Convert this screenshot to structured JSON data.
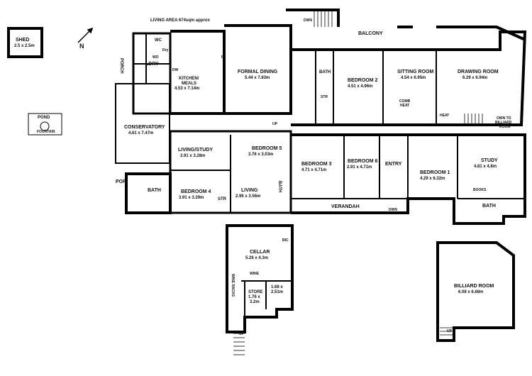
{
  "header": {
    "living_area": "LIVING AREA 674sqm approx"
  },
  "compass": {
    "label": "N"
  },
  "rooms": {
    "shed": {
      "name": "SHED",
      "dims": "2.5 x 2.5m"
    },
    "pond": {
      "name": "POND",
      "sub": "FOUNTAIN"
    },
    "porch": {
      "name": "PORCH"
    },
    "ldry": {
      "name": "LDRY"
    },
    "wc": {
      "name": "WC"
    },
    "kitchen": {
      "name": "KITCHEN/",
      "name2": "MEALS",
      "dims": "4.53 x 7.14m"
    },
    "formal_dining": {
      "name": "FORMAL DINING",
      "dims": "5.44 x 7.83m"
    },
    "balcony": {
      "name": "BALCONY"
    },
    "bath_upper": {
      "name": "BATH"
    },
    "bedroom2": {
      "name": "BEDROOM 2",
      "dims": "4.51 x 4.96m"
    },
    "sitting_room": {
      "name": "SITTING ROOM",
      "dims": "4.54 x 6.95m"
    },
    "drawing_room": {
      "name": "DRAWING ROOM",
      "dims": "6.29 x 6.94m"
    },
    "conservatory": {
      "name": "CONSERVATORY",
      "dims": "4.61 x 7.47m"
    },
    "living_study": {
      "name": "LIVING/STUDY",
      "dims": "3.91 x 3.28m"
    },
    "bedroom5": {
      "name": "BEDROOM 5",
      "dims": "3.76 x 3.03m"
    },
    "bedroom3": {
      "name": "BEDROOM 3",
      "dims": "4.71 x 4.71m"
    },
    "bedroom6": {
      "name": "BEDROOM 6",
      "dims": "2.91 x 4.71m"
    },
    "entry": {
      "name": "ENTRY"
    },
    "bedroom1": {
      "name": "BEDROOM 1",
      "dims": "4.29 x 6.32m"
    },
    "study": {
      "name": "STUDY",
      "dims": "4.81 x 4.8m"
    },
    "bedroom4": {
      "name": "BEDROOM 4",
      "dims": "3.91 x 3.29m"
    },
    "bath_left": {
      "name": "BATH"
    },
    "por": {
      "name": "POR"
    },
    "str_mid": {
      "name": "STR"
    },
    "living": {
      "name": "LIVING",
      "dims": "2.96 x 3.56m"
    },
    "bath_small": {
      "name": "BATH"
    },
    "verandah": {
      "name": "VERANDAH"
    },
    "bath_right": {
      "name": "BATH"
    },
    "cellar": {
      "name": "CELLAR",
      "dims": "5.26 x 4.3m"
    },
    "store": {
      "name": "STORE",
      "dims": "1.76 x",
      "dims2": "3.2m"
    },
    "cellar_small": {
      "dims": "1.68 x",
      "dims2": "2.51m"
    },
    "billiard": {
      "name": "BILLIARD ROOM",
      "dims": "6.08 x 6.68m"
    }
  },
  "annotations": {
    "dwn_top": "DWN",
    "up_mid": "UP",
    "dwn_bottom": "DWN",
    "up_cellar": "UP",
    "up_billiard": "UP",
    "own_to_billiard": "OWN TO",
    "own_to_billiard2": "BILLIARD",
    "own_to_billiard3": "ROOM",
    "heat": "HEAT",
    "comb_heat": "COMB",
    "comb_heat2": "HEAT",
    "str": "STR",
    "bic": "BIC",
    "books": "BOOKS",
    "wine": "WINE",
    "wine_racks": "WINE RACKS",
    "f": "F",
    "wo": "WO",
    "dw": "DW",
    "dry": "Dry"
  }
}
